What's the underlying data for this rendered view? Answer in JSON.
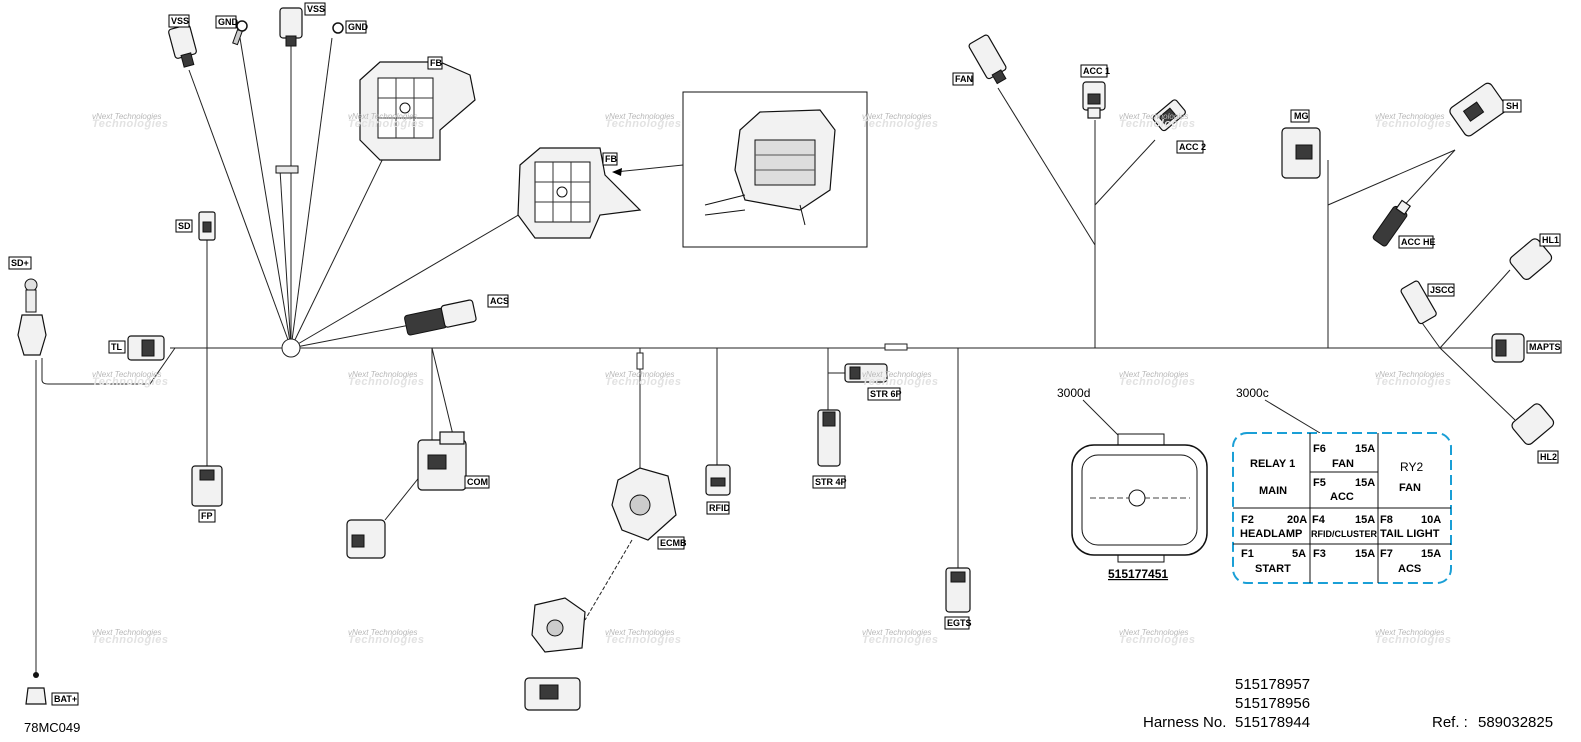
{
  "connectors": {
    "vss_1": "VSS",
    "gnd_1": "GND",
    "vss_2": "VSS",
    "gnd_2": "GND",
    "fb_1": "FB",
    "fb_2": "FB",
    "fan": "FAN",
    "acc1": "ACC 1",
    "acc2": "ACC 2",
    "mg": "MG",
    "sh": "SH",
    "acc_he": "ACC HE",
    "hl1": "HL1",
    "jscc": "JSCC",
    "mapts": "MAPTS",
    "hl2": "HL2",
    "sd_plus": "SD+",
    "sd": "SD",
    "tl": "TL",
    "acs": "ACS",
    "com": "COM",
    "fp": "FP",
    "ecmb": "ECMB",
    "rfid": "RFID",
    "str6p": "STR 6P",
    "str4p": "STR 4P",
    "egts": "EGTS",
    "bat_plus": "BAT+"
  },
  "callouts": {
    "relay_box": "3000d",
    "fuse_box": "3000c",
    "relay_part": "515177451"
  },
  "fuse_box": {
    "relay1": "RELAY 1",
    "main": "MAIN",
    "f6": "F6",
    "f6_amp": "15A",
    "f6_name": "FAN",
    "f5": "F5",
    "f5_amp": "15A",
    "f5_name": "ACC",
    "ry2": "RY2",
    "ry2_name": "FAN",
    "f2": "F2",
    "f2_amp": "20A",
    "f2_name": "HEADLAMP",
    "f4": "F4",
    "f4_amp": "15A",
    "f4_name": "RFID/CLUSTER",
    "f8": "F8",
    "f8_amp": "10A",
    "f8_name": "TAIL LIGHT",
    "f1": "F1",
    "f1_amp": "5A",
    "f1_name": "START",
    "f3": "F3",
    "f3_amp": "15A",
    "f7": "F7",
    "f7_amp": "15A",
    "f7_name": "ACS",
    "border_color": "#1a9fd6"
  },
  "footer": {
    "diagram_code": "78MC049",
    "harness_label": "Harness No.",
    "harness_numbers": [
      "515178957",
      "515178956",
      "515178944"
    ],
    "ref_label": "Ref. :",
    "ref_number": "589032825"
  },
  "watermark": {
    "line1": "vNext Technologies",
    "line2": "Technologies"
  }
}
